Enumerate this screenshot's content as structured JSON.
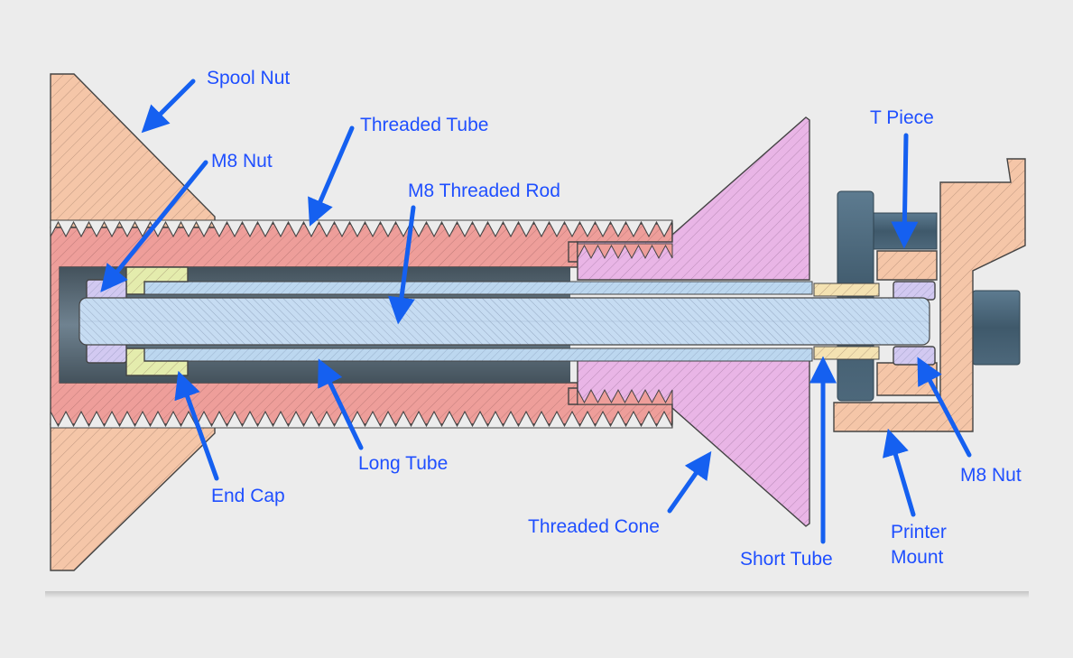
{
  "labels": {
    "spool_nut": "Spool Nut",
    "threaded_tube": "Threaded Tube",
    "m8_nut_left": "M8 Nut",
    "m8_threaded_rod": "M8 Threaded Rod",
    "t_piece": "T Piece",
    "end_cap": "End Cap",
    "long_tube": "Long Tube",
    "threaded_cone": "Threaded Cone",
    "short_tube": "Short Tube",
    "printer_mount_line1": "Printer",
    "printer_mount_line2": "Mount",
    "m8_nut_right": "M8 Nut"
  },
  "colors": {
    "label_text": "#1f4fff",
    "arrow": "#1560f0",
    "background": "#ececec",
    "spool_nut": "#f5c6a8",
    "threaded_tube": "#ee9e9a",
    "threaded_cone": "#e9b5e6",
    "rod": "#c6dcf2",
    "long_tube": "#bcd7ef",
    "end_cap": "#e4ecad",
    "m8_nut": "#d2c9f1",
    "short_tube": "#f4e2b2",
    "t_piece": "#f5c6a8",
    "printer_mount": "#f5c6a8",
    "steel": "#4a6578"
  }
}
